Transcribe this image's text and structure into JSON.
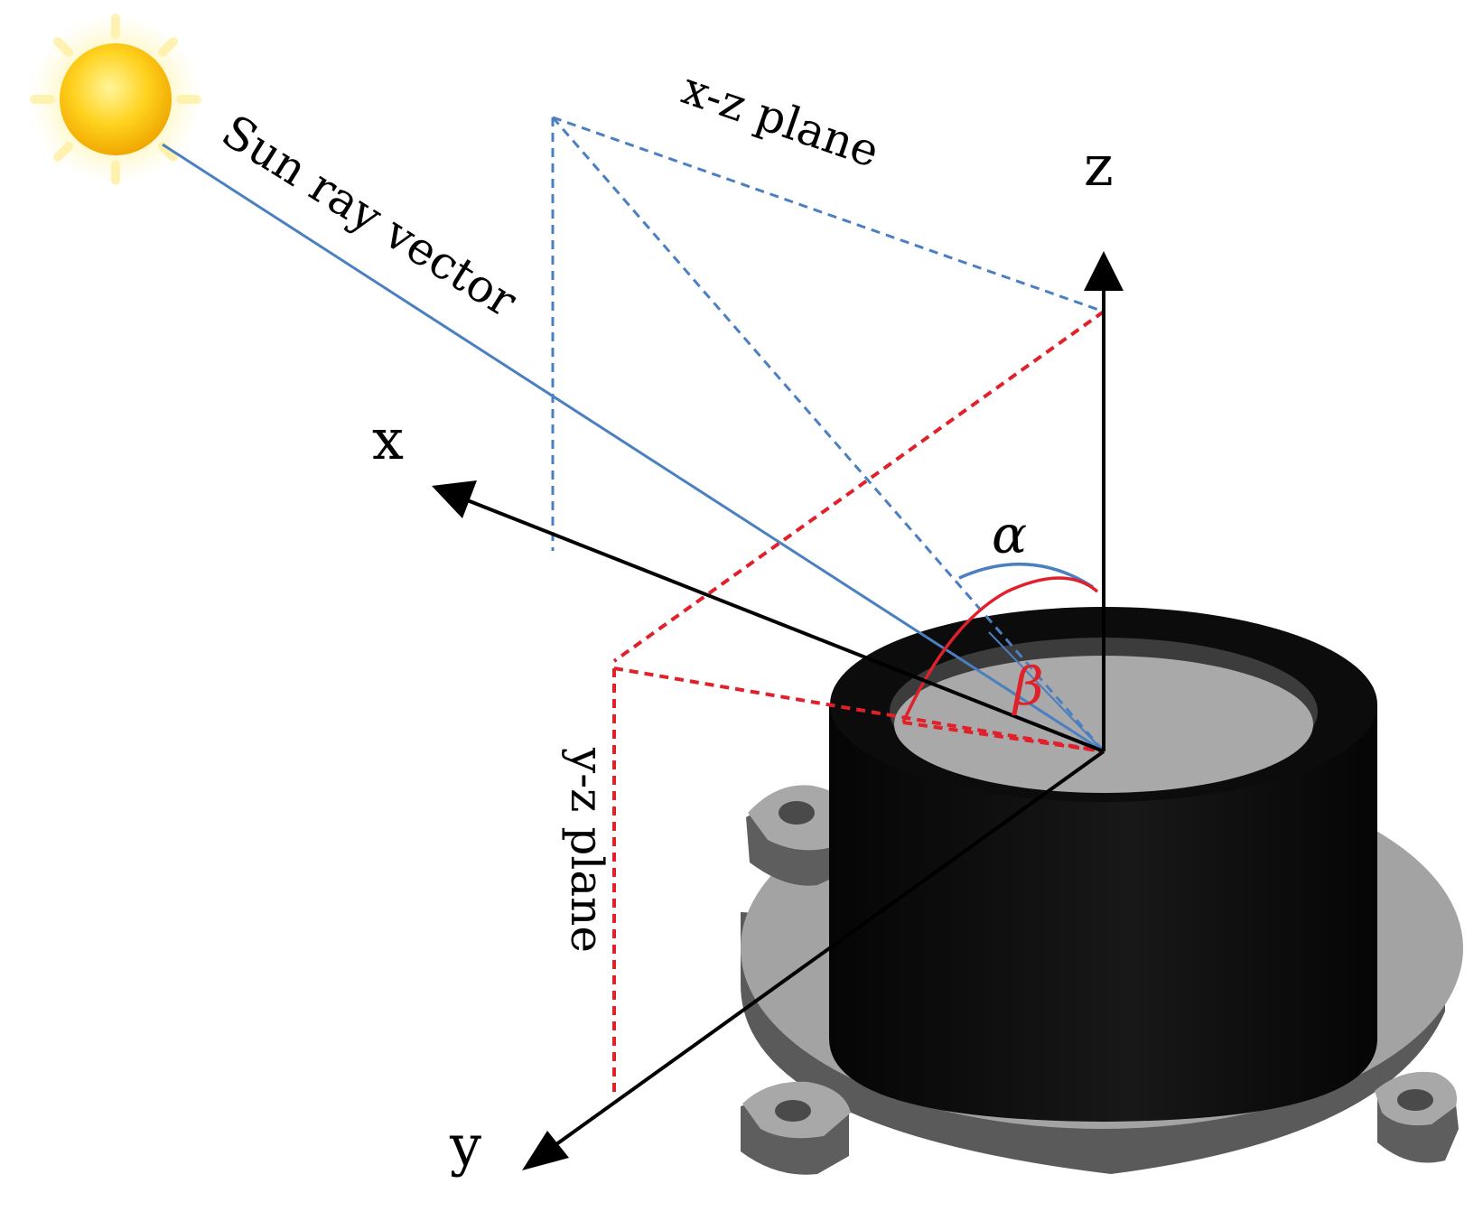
{
  "labels": {
    "sun_ray": "Sun ray vector",
    "xz_plane": "x-z plane",
    "yz_plane": "y-z plane",
    "axis_x": "x",
    "axis_y": "y",
    "axis_z": "z",
    "alpha": "α",
    "beta": "β"
  },
  "colors": {
    "sun_ray": "#4a7fc1",
    "xz_plane": "#4a7fc1",
    "yz_plane": "#e0202a",
    "axes": "#000000",
    "sun": "#f8c81a",
    "sensor_body": "#111111",
    "sensor_window": "#a8a8a8",
    "base_plate": "#9a9a9a"
  },
  "icons": {
    "sun": "sun-icon",
    "sensor": "sun-sensor-icon"
  }
}
